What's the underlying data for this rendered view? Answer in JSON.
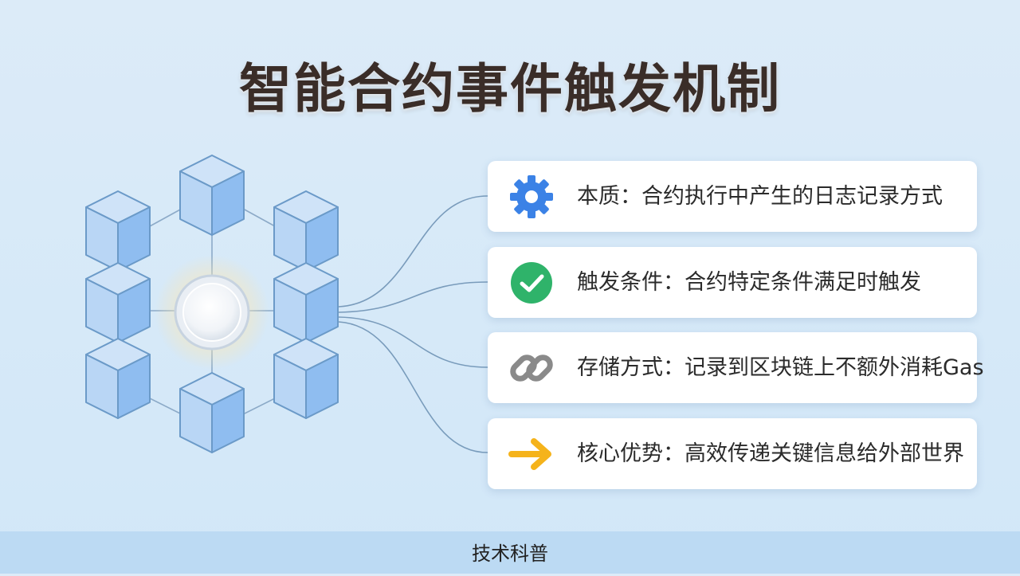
{
  "title": "智能合约事件触发机制",
  "features": [
    {
      "icon": "gear-icon",
      "label": "本质：合约执行中产生的日志记录方式",
      "color": "#3b82e6"
    },
    {
      "icon": "check-circle-icon",
      "label": "触发条件：合约特定条件满足时触发",
      "color": "#2fb36a"
    },
    {
      "icon": "chain-link-icon",
      "label": "存储方式：记录到区块链上不额外消耗Gas",
      "color": "#8a8a8a"
    },
    {
      "icon": "arrow-right-icon",
      "label": "核心优势：高效传递关键信息给外部世界",
      "color": "#f5b31b"
    }
  ],
  "footer": "技术科普"
}
